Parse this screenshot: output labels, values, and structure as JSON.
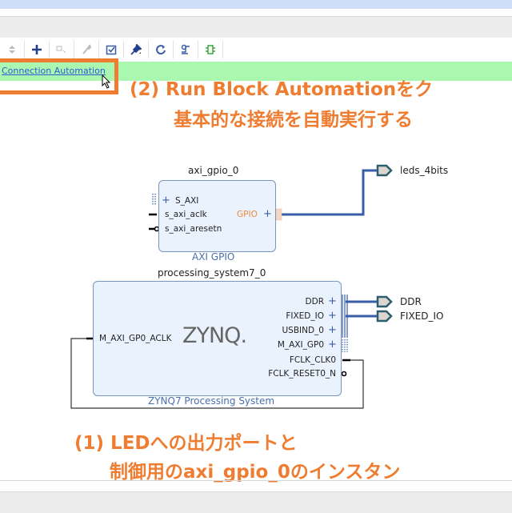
{
  "toolbar": {
    "icons": [
      "updown-icon",
      "add-icon",
      "select-area-icon",
      "wrench-icon",
      "validate-icon",
      "pin-icon",
      "refresh-icon",
      "route-icon",
      "ip-icon"
    ]
  },
  "banner": {
    "link_text": "Connection Automation"
  },
  "annotations": {
    "step2_line1": "(2) Run Block Automationをク",
    "step2_line2": "基本的な接続を自動実行する",
    "step1_line1": "(1) LEDへの出力ポートと",
    "step1_line2": "制御用のaxi_gpio_0のインスタン"
  },
  "diagram": {
    "axi_gpio": {
      "instance_name": "axi_gpio_0",
      "type_label": "AXI GPIO",
      "left_pins": [
        "S_AXI",
        "s_axi_aclk",
        "s_axi_aresetn"
      ],
      "right_pin": "GPIO"
    },
    "zynq": {
      "instance_name": "processing_system7_0",
      "type_label": "ZYNQ7 Processing System",
      "logo_text": "ZYNQ.",
      "left_pin": "M_AXI_GP0_ACLK",
      "right_pins": [
        "DDR",
        "FIXED_IO",
        "USBIND_0",
        "M_AXI_GP0",
        "FCLK_CLK0",
        "FCLK_RESET0_N"
      ]
    },
    "external_ports": [
      "leds_4bits",
      "DDR",
      "FIXED_IO"
    ]
  },
  "colors": {
    "accent_orange": "#ee7d31",
    "banner_green": "#aaf7b0",
    "wire_blue": "#3a5da8",
    "block_fill": "#eaf3fd"
  }
}
